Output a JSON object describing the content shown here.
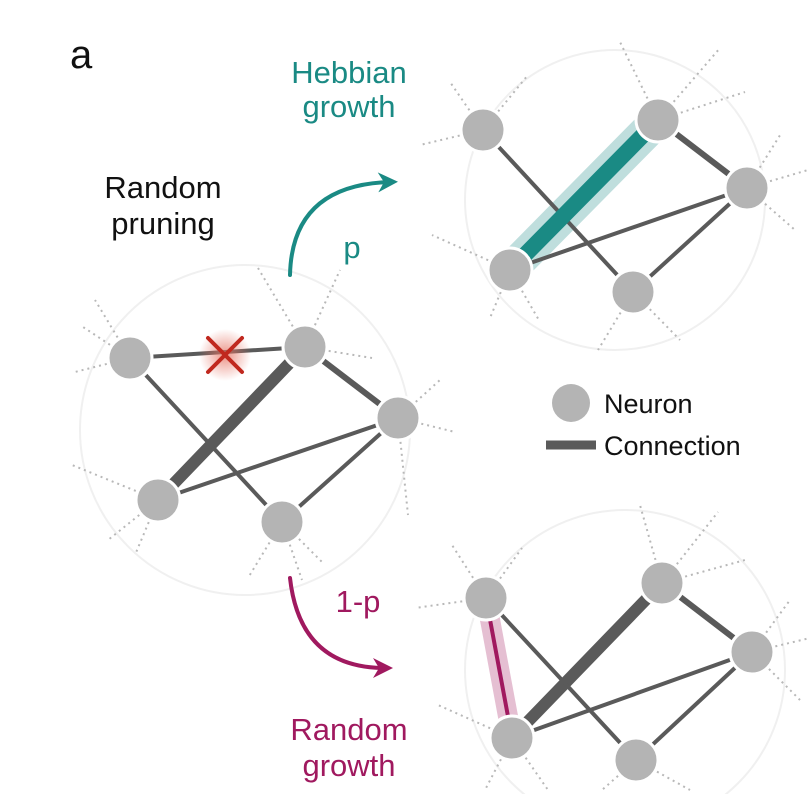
{
  "panel_label": "a",
  "center": {
    "label_line1": "Random",
    "label_line2": "pruning"
  },
  "top_branch": {
    "label_line1": "Hebbian",
    "label_line2": "growth",
    "probability": "p",
    "color": "#1a8a84"
  },
  "bottom_branch": {
    "label_line1": "Random",
    "label_line2": "growth",
    "probability": "1-p",
    "color": "#a0195f"
  },
  "legend": {
    "neuron": "Neuron",
    "connection": "Connection"
  },
  "colors": {
    "neuron": "#b4b4b4",
    "connection": "#5a5a5a",
    "prune_mark": "#c0281e",
    "peripheral": "#b8b8b8"
  }
}
